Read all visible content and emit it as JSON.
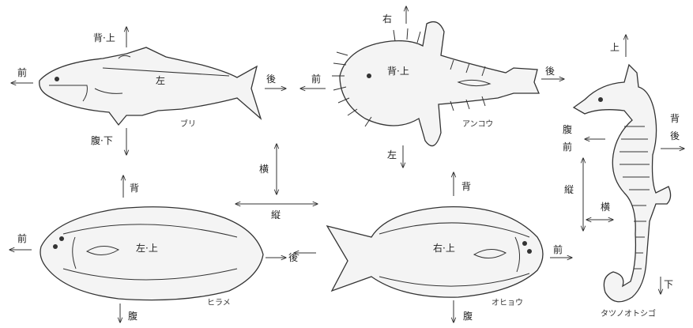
{
  "buri": {
    "up": "背·上",
    "front": "前",
    "back": "後",
    "down": "腹·下",
    "side": "左",
    "name": "ブリ"
  },
  "anko": {
    "top": "右",
    "front": "前",
    "back": "後",
    "bottom": "左",
    "side": "背·上",
    "name": "アンコウ"
  },
  "center": {
    "vertical": "横",
    "horizontal": "縦"
  },
  "hirame": {
    "up": "背",
    "front": "前",
    "back": "後",
    "down": "腹",
    "side": "左·上",
    "name": "ヒラメ"
  },
  "ohyou": {
    "up": "背",
    "front": "前",
    "back": "後",
    "down": "腹",
    "side": "右·上",
    "name": "オヒョウ"
  },
  "tatsu": {
    "up": "上",
    "front_1": "腹",
    "front_2": "前",
    "back_1": "背",
    "back_2": "後",
    "longitudinal": "縦",
    "lateral": "横",
    "down": "下",
    "name": "タツノオトシゴ"
  }
}
